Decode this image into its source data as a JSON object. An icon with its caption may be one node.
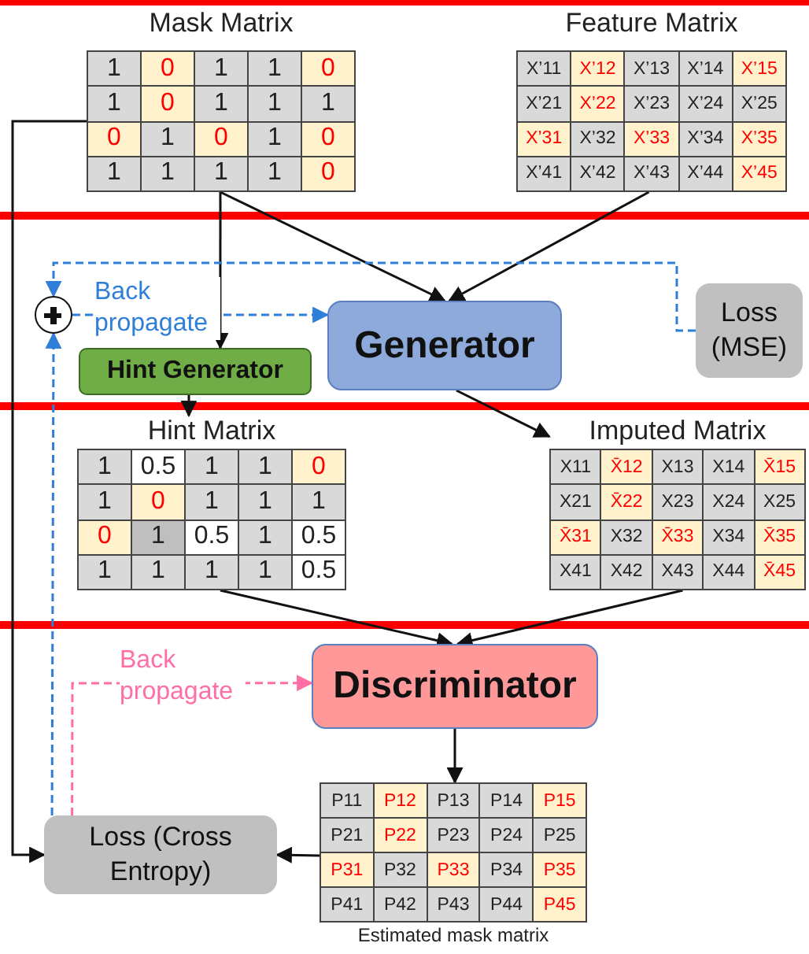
{
  "diagram": {
    "nodes": [
      {
        "text": [
          "Mask Matrix"
        ]
      },
      {
        "text": [
          "Feature Matrix"
        ]
      },
      {
        "text": [],
        "shape": "circle"
      },
      {
        "text": [
          "Generator"
        ]
      },
      {
        "text": [
          "Loss (MSE)"
        ]
      },
      {
        "text": [
          "Hint Generator"
        ]
      },
      {
        "text": [
          "Hint Matrix"
        ]
      },
      {
        "text": [
          "Imputed Matrix"
        ]
      },
      {
        "text": [
          "Discriminator"
        ]
      },
      {
        "text": [
          "Estimated mask matrix"
        ]
      },
      {
        "text": [
          "Loss (Cross Entropy)"
        ]
      }
    ],
    "edges": [
      {
        "from": 0,
        "to": 3,
        "arrow": "to"
      },
      {
        "from": 1,
        "to": 3,
        "arrow": "to"
      },
      {
        "from": 0,
        "to": 5,
        "arrow": "to"
      },
      {
        "from": 5,
        "to": 6,
        "arrow": "to"
      },
      {
        "from": 3,
        "to": 7,
        "arrow": "to"
      },
      {
        "from": 6,
        "to": 8,
        "arrow": "to"
      },
      {
        "from": 7,
        "to": 8,
        "arrow": "to"
      },
      {
        "from": 8,
        "to": 9,
        "arrow": "to"
      },
      {
        "from": 9,
        "to": 10,
        "arrow": "to"
      },
      {
        "from": 0,
        "to": 10,
        "arrow": "to"
      },
      {
        "from": 4,
        "to": 2,
        "arrow": "to",
        "style": "dashed",
        "color": "#2f7ed8"
      },
      {
        "from": 10,
        "to": 2,
        "arrow": "to",
        "style": "dashed",
        "color": "#2f7ed8"
      },
      {
        "from": 2,
        "to": 3,
        "arrow": "to",
        "style": "dashed",
        "color": "#2f7ed8",
        "label": "Back propagate"
      },
      {
        "from": 10,
        "to": 8,
        "arrow": "to",
        "style": "dashed",
        "color": "#ff6fa5",
        "label": "Back propagate"
      }
    ],
    "labels": [
      "1",
      "0",
      "1",
      "1",
      "0",
      "1",
      "0",
      "1",
      "1",
      "1",
      "0",
      "1",
      "0",
      "1",
      "0",
      "1",
      "1",
      "1",
      "1",
      "0",
      "X’11",
      "X’12",
      "X’13",
      "X’14",
      "X’15",
      "X’21",
      "X’22",
      "X’23",
      "X’24",
      "X’25",
      "X’31",
      "X’32",
      "X’33",
      "X’34",
      "X’35",
      "X’41",
      "X’42",
      "X’43",
      "X’44",
      "X’45",
      "1",
      "0.5",
      "1",
      "1",
      "0",
      "1",
      "0",
      "1",
      "1",
      "1",
      "0",
      "1",
      "0.5",
      "1",
      "0.5",
      "1",
      "1",
      "1",
      "1",
      "0.5",
      "X11",
      "X̄12",
      "X13",
      "X14",
      "X̄15",
      "X21",
      "X̄22",
      "X23",
      "X24",
      "X25",
      "X̄31",
      "X32",
      "X̄33",
      "X34",
      "X̄35",
      "X41",
      "X42",
      "X43",
      "X44",
      "X̄45",
      "P11",
      "P12",
      "P13",
      "P14",
      "P15",
      "P21",
      "P22",
      "P23",
      "P24",
      "P25",
      "P31",
      "P32",
      "P33",
      "P34",
      "P35",
      "P41",
      "P42",
      "P43",
      "P44",
      "P45"
    ]
  }
}
